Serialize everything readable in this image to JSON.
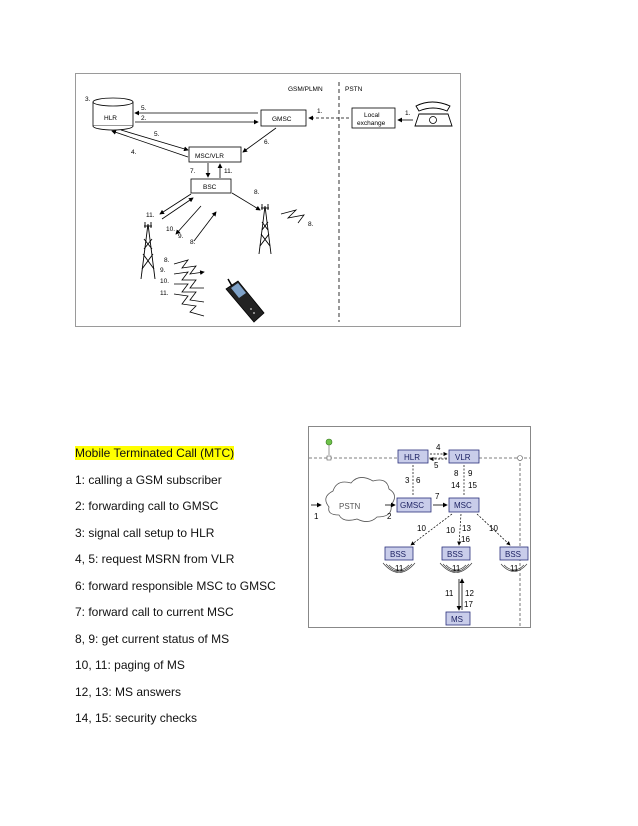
{
  "figure1": {
    "header_left": "GSM/PLMN",
    "header_right": "PSTN",
    "nodes": {
      "hlr": "HLR",
      "gmsc": "GMSC",
      "msc_vlr": "MSC/VLR",
      "bsc": "BSC",
      "local_exchange_line1": "Local",
      "local_exchange_line2": "exchange"
    },
    "step_labels": {
      "s3": "3.",
      "s5a": "5.",
      "s2": "2.",
      "s1a": "1.",
      "s1b": "1.",
      "s5b": "5.",
      "s4": "4.",
      "s6": "6.",
      "s7": "7.",
      "s11a": "11.",
      "s8a": "8.",
      "s8b": "8.",
      "s11b": "11.",
      "s10a": "10.",
      "s9a": "9.",
      "s8c": "8.",
      "s8d": "8.",
      "s9b": "9.",
      "s10b": "10.",
      "s11c": "11."
    }
  },
  "figure2": {
    "nodes": {
      "hlr": "HLR",
      "vlr": "VLR",
      "pstn": "PSTN",
      "gmsc": "GMSC",
      "msc": "MSC",
      "bss_left": "BSS",
      "bss_center": "BSS",
      "bss_right": "BSS",
      "ms": "MS"
    },
    "labels": {
      "n4": "4",
      "n5": "5",
      "n3": "3",
      "n6": "6",
      "n8": "8",
      "n9": "9",
      "n14": "14",
      "n15": "15",
      "n1": "1",
      "n2": "2",
      "n7": "7",
      "n10a": "10",
      "n10b": "10",
      "n13": "13",
      "n16": "16",
      "n10c": "10",
      "n11a": "11",
      "n11b": "11",
      "n11c": "11",
      "n11d": "11",
      "n12": "12",
      "n17": "17"
    }
  },
  "document": {
    "heading": "Mobile Terminated Call (MTC)",
    "steps": [
      "1: calling a GSM subscriber",
      "2: forwarding call to GMSC",
      "3: signal call setup to HLR",
      "4, 5: request MSRN from VLR",
      "6: forward responsible MSC to GMSC",
      "7: forward call to current MSC",
      "8, 9: get current status of MS",
      "10, 11: paging of MS",
      "12, 13: MS answers",
      "14, 15: security checks"
    ]
  }
}
